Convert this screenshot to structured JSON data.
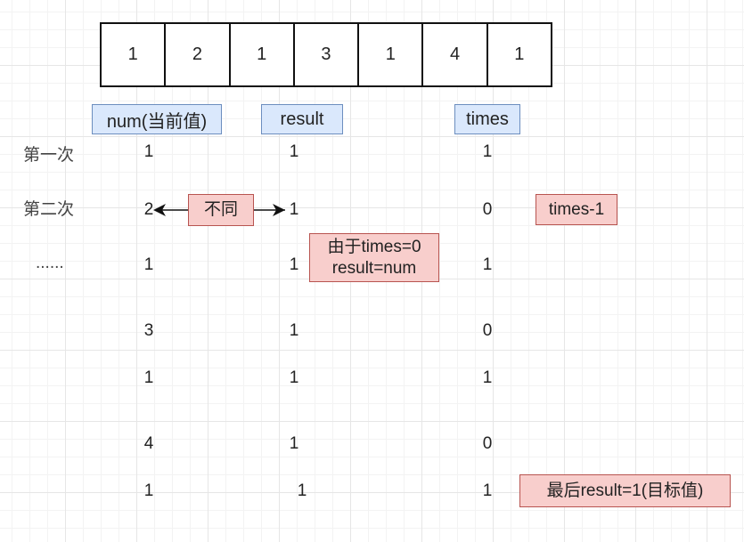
{
  "array": [
    "1",
    "2",
    "1",
    "3",
    "1",
    "4",
    "1"
  ],
  "headers": {
    "num": "num(当前值)",
    "result": "result",
    "times": "times"
  },
  "row_labels": [
    "第一次",
    "第二次",
    "......"
  ],
  "rows": [
    {
      "num": "1",
      "result": "1",
      "times": "1"
    },
    {
      "num": "2",
      "result": "1",
      "times": "0"
    },
    {
      "num": "1",
      "result": "1",
      "times": "1"
    },
    {
      "num": "3",
      "result": "1",
      "times": "0"
    },
    {
      "num": "1",
      "result": "1",
      "times": "1"
    },
    {
      "num": "4",
      "result": "1",
      "times": "0"
    },
    {
      "num": "1",
      "result": "1",
      "times": "1"
    }
  ],
  "notes": {
    "different": "不同",
    "times_minus": "times-1",
    "reset_line1": "由于times=0",
    "reset_line2": "result=num",
    "final": "最后result=1(目标值)"
  },
  "colors": {
    "header_fill": "#dae8fc",
    "header_stroke": "#6c8ebf",
    "note_fill": "#f8cecc",
    "note_stroke": "#b85450"
  }
}
